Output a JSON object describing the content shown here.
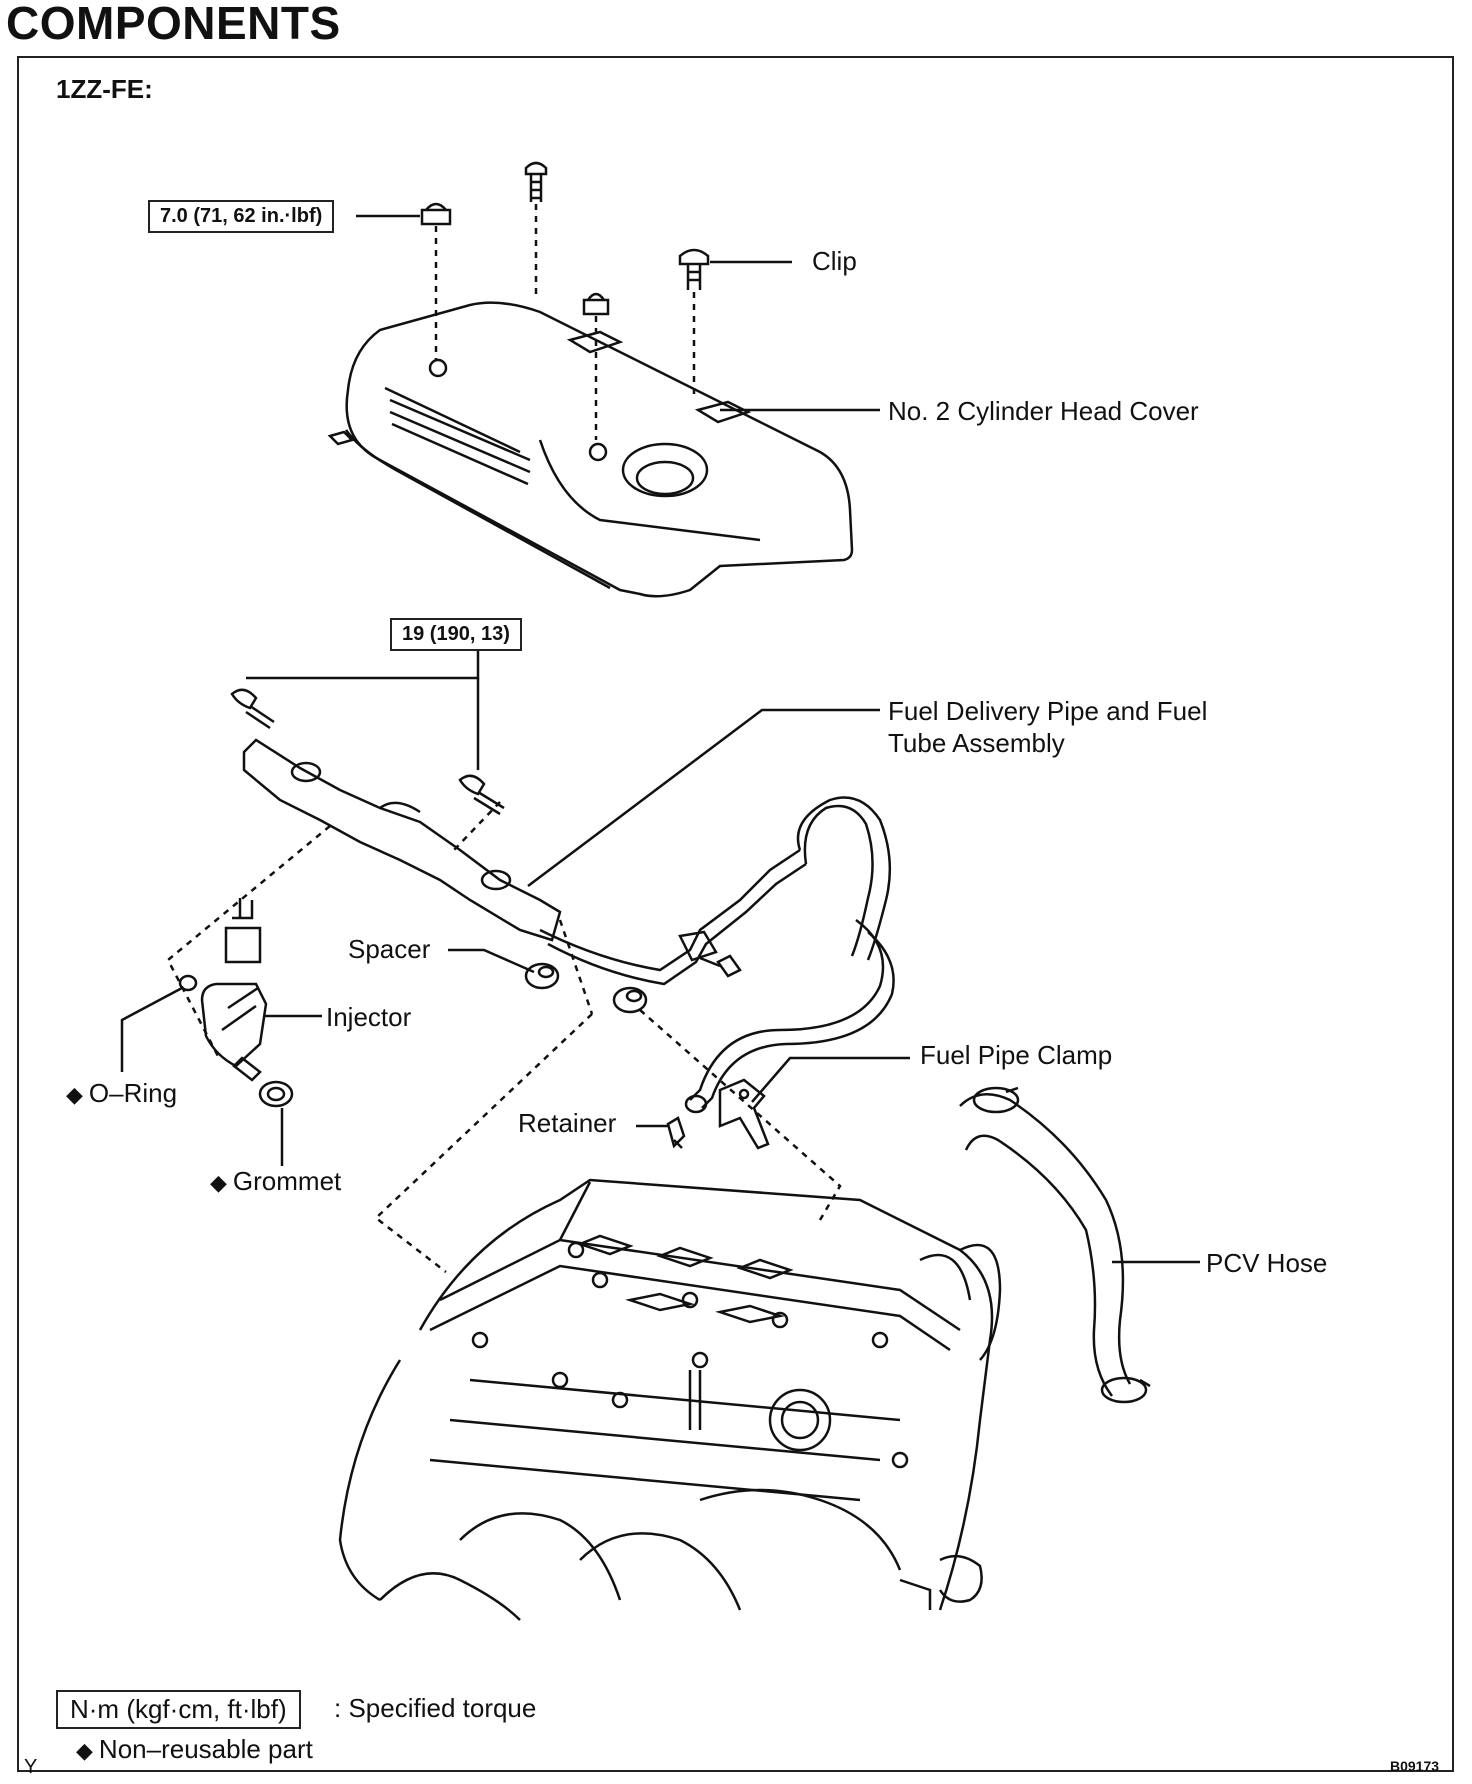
{
  "page_title": "COMPONENTS",
  "engine_code": "1ZZ-FE:",
  "torque_specs": {
    "cover_nut": "7.0 (71, 62 in.·lbf)",
    "delivery_pipe_bolt": "19 (190, 13)"
  },
  "labels": {
    "clip": "Clip",
    "head_cover": "No. 2 Cylinder Head Cover",
    "fuel_pipe_line1": "Fuel Delivery Pipe and Fuel",
    "fuel_pipe_line2": "Tube Assembly",
    "spacer": "Spacer",
    "injector": "Injector",
    "o_ring": "O–Ring",
    "grommet": "Grommet",
    "retainer": "Retainer",
    "fuel_pipe_clamp": "Fuel Pipe Clamp",
    "pcv_hose": "PCV Hose"
  },
  "legend": {
    "torque_unit": "N·m (kgf·cm, ft·lbf)",
    "torque_desc": ": Specified torque",
    "non_reusable": "Non–reusable part"
  },
  "non_reusable_symbol": "◆",
  "corner_mark": "Y",
  "figure_code": "B09173"
}
